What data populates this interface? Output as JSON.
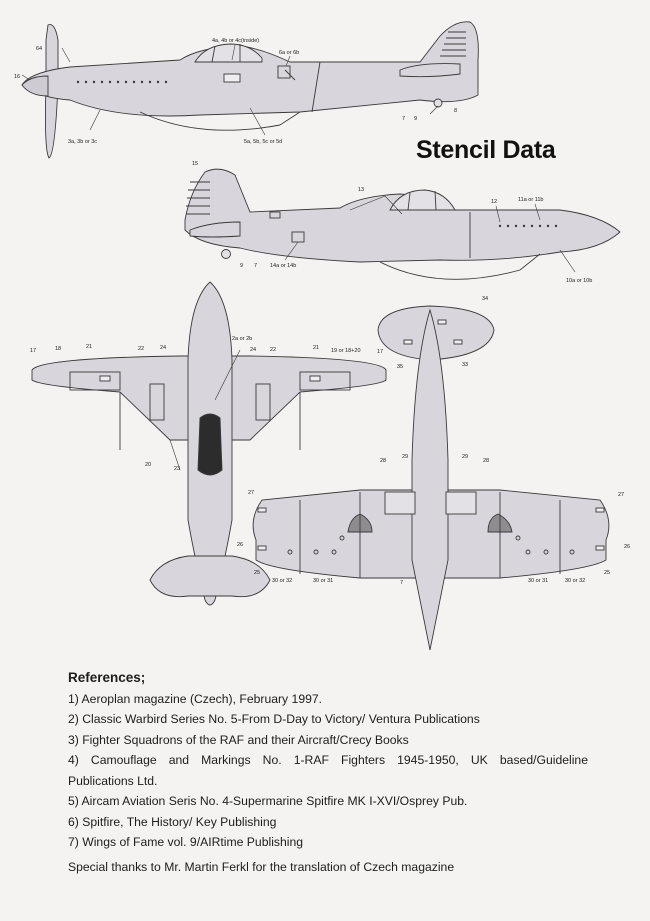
{
  "title": "Stencil Data",
  "colors": {
    "paper": "#f4f3f1",
    "aircraft_fill": "#d9d5dc",
    "line": "#3a3a3a",
    "canopy_dark": "#2c2c2c"
  },
  "callouts": {
    "side1": {
      "c64": "64",
      "c16": "16",
      "c4": "4a, 4b or 4c(inside)",
      "c6": "6a or 6b",
      "c8": "8",
      "c7": "7",
      "c9": "9",
      "c3": "3a, 3b or 3c",
      "c5": "5a, 5b, 5c or 5d"
    },
    "side2": {
      "c15": "15",
      "c13": "13",
      "c12": "12",
      "c11": "11a or 11b",
      "c9": "9",
      "c7": "7",
      "c14": "14a or 14b",
      "c10": "10a or 10b"
    },
    "top": {
      "c17a": "17",
      "c18": "18",
      "c21a": "21",
      "c22a": "22",
      "c24a": "24",
      "c2": "2a or 2b",
      "c24b": "24",
      "c22b": "22",
      "c21b": "21",
      "c19": "19 or 18+20",
      "c17b": "17",
      "c20": "20",
      "c23": "23"
    },
    "bottom": {
      "c34": "34",
      "c35": "35",
      "c33": "33",
      "c28a": "28",
      "c29a": "29",
      "c29b": "29",
      "c28b": "28",
      "c27a": "27",
      "c27b": "27",
      "c26a": "26",
      "c26b": "26",
      "c25a": "25",
      "c25b": "25",
      "c30a": "30 or 32",
      "c30b": "30 or 31",
      "c30c": "30 or 31",
      "c30d": "30 or 32",
      "c7": "7"
    }
  },
  "references": {
    "heading": "References;",
    "items": [
      "1) Aeroplan magazine (Czech), February 1997.",
      "2) Classic Warbird Series No. 5-From D-Day to Victory/ Ventura Publications",
      "3) Fighter Squadrons of the RAF and their Aircraft/Crecy Books",
      "4) Camouflage and Markings No. 1-RAF Fighters 1945-1950, UK based/Guideline",
      "Publications Ltd.",
      "5) Aircam Aviation Seris No. 4-Supermarine Spitfire MK I-XVI/Osprey Pub.",
      "6) Spitfire, The History/ Key Publishing",
      "7) Wings of Fame vol. 9/AIRtime Publishing"
    ]
  },
  "thanks": "Special thanks to Mr. Martin Ferkl for the translation of Czech magazine"
}
